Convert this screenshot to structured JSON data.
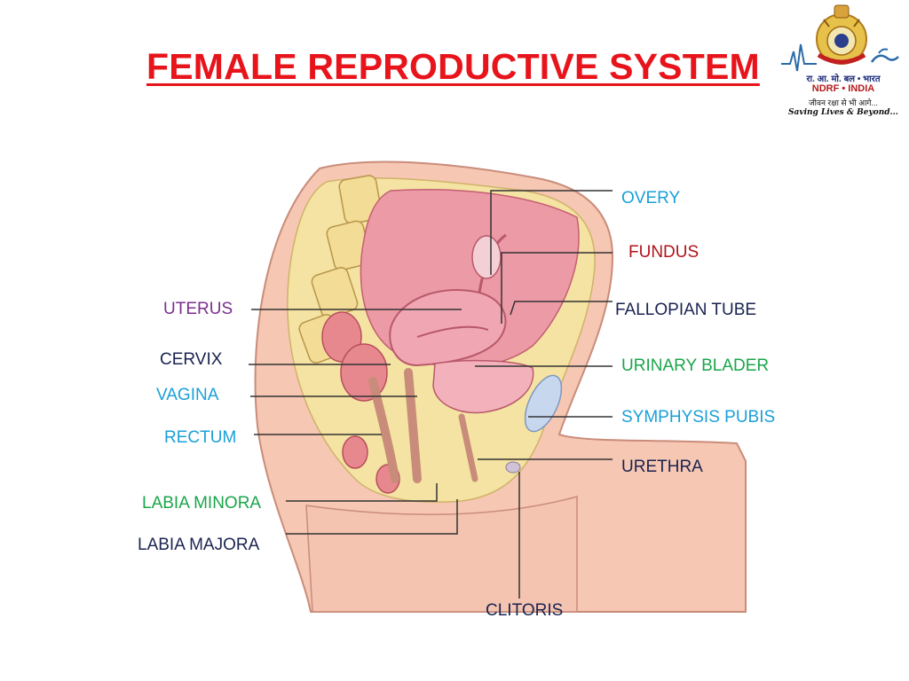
{
  "title": "FEMALE REPRODUCTIVE SYSTEM",
  "logo": {
    "line1": "रा. आ. मो. बल • भारत",
    "line2": "NDRF • INDIA",
    "line3": "जीवन रक्षा से भी आगे...",
    "line4": "Saving Lives & Beyond..."
  },
  "labels": {
    "overy": "OVERY",
    "fundus": "FUNDUS",
    "uterus": "UTERUS",
    "fallopian_tube": "FALLOPIAN TUBE",
    "cervix": "CERVIX",
    "urinary_blader": "URINARY BLADER",
    "vagina": "VAGINA",
    "symphysis_pubis": "SYMPHYSIS PUBIS",
    "rectum": "RECTUM",
    "urethra": "URETHRA",
    "labia_minora": "LABIA MINORA",
    "labia_majora": "LABIA MAJORA",
    "clitoris": "CLITORIS"
  },
  "colors": {
    "title": "#e8141b",
    "cyan": "#1aa0d8",
    "dark_red": "#b0141a",
    "purple": "#7b2f8f",
    "navy": "#1a2350",
    "green": "#1aa64a"
  }
}
